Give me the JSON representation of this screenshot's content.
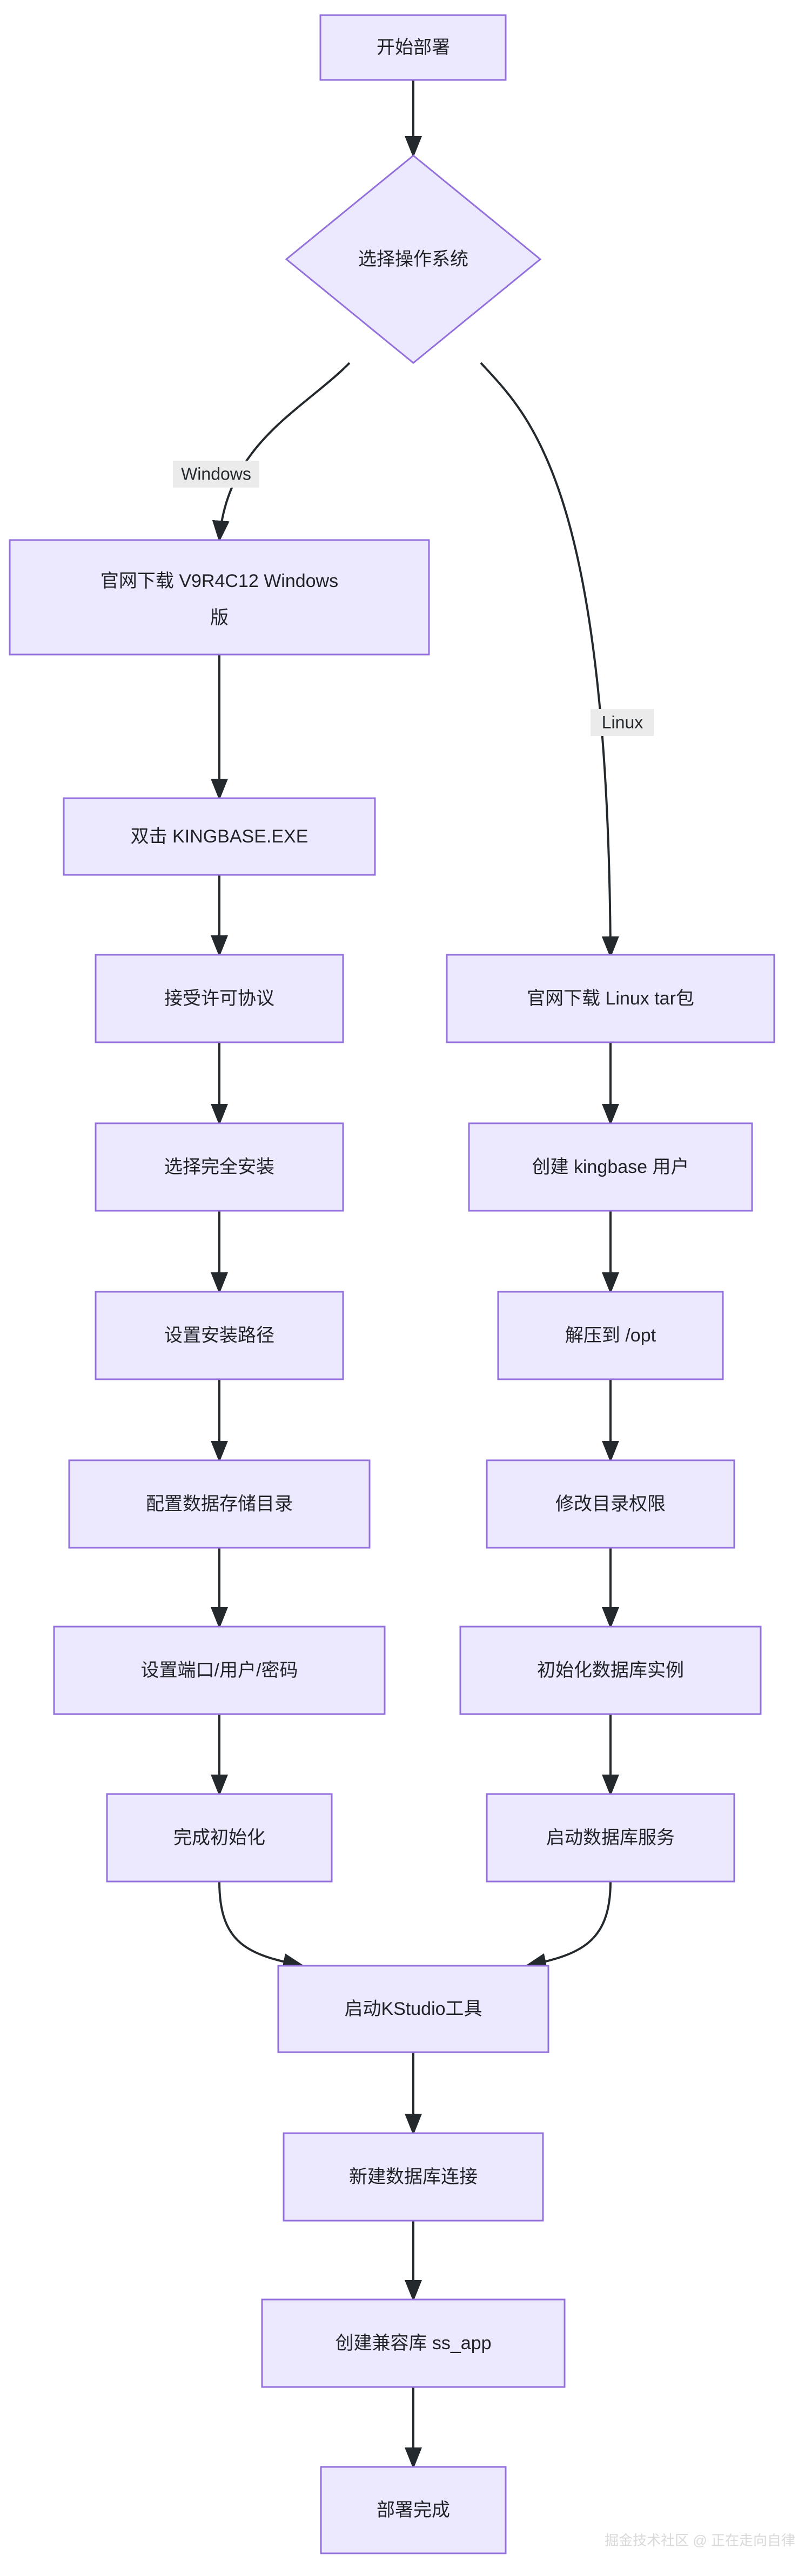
{
  "diagram": {
    "type": "flowchart",
    "direction": "top-to-bottom",
    "theme": {
      "node_fill": "#ece8fd",
      "node_stroke": "#9370db",
      "edge_stroke": "#24292e",
      "text_color": "#1f2328",
      "edge_label_bg": "#ebebeb",
      "background": "#ffffff",
      "watermark_color": "#d9d9d9"
    },
    "nodes": [
      {
        "id": "start",
        "shape": "rect",
        "label": "开始部署"
      },
      {
        "id": "choose_os",
        "shape": "diamond",
        "label": "选择操作系统"
      },
      {
        "id": "win_download",
        "shape": "rect",
        "label": "官网下载 V9R4C12 Windows 版",
        "lines": [
          "官网下载 V9R4C12 Windows",
          "版"
        ]
      },
      {
        "id": "win_exe",
        "shape": "rect",
        "label": "双击 KINGBASE.EXE"
      },
      {
        "id": "win_license",
        "shape": "rect",
        "label": "接受许可协议"
      },
      {
        "id": "win_full",
        "shape": "rect",
        "label": "选择完全安装"
      },
      {
        "id": "win_path",
        "shape": "rect",
        "label": "设置安装路径"
      },
      {
        "id": "win_datadir",
        "shape": "rect",
        "label": "配置数据存储目录"
      },
      {
        "id": "win_port",
        "shape": "rect",
        "label": "设置端口/用户/密码"
      },
      {
        "id": "win_init",
        "shape": "rect",
        "label": "完成初始化"
      },
      {
        "id": "lin_download",
        "shape": "rect",
        "label": "官网下载 Linux tar包"
      },
      {
        "id": "lin_user",
        "shape": "rect",
        "label": "创建 kingbase 用户"
      },
      {
        "id": "lin_extract",
        "shape": "rect",
        "label": "解压到 /opt"
      },
      {
        "id": "lin_chmod",
        "shape": "rect",
        "label": "修改目录权限"
      },
      {
        "id": "lin_initdb",
        "shape": "rect",
        "label": "初始化数据库实例"
      },
      {
        "id": "lin_service",
        "shape": "rect",
        "label": "启动数据库服务"
      },
      {
        "id": "kstudio",
        "shape": "rect",
        "label": "启动KStudio工具"
      },
      {
        "id": "new_conn",
        "shape": "rect",
        "label": "新建数据库连接"
      },
      {
        "id": "create_db",
        "shape": "rect",
        "label": "创建兼容库 ss_app"
      },
      {
        "id": "done",
        "shape": "rect",
        "label": "部署完成"
      }
    ],
    "edges": [
      {
        "from": "start",
        "to": "choose_os",
        "label": ""
      },
      {
        "from": "choose_os",
        "to": "win_download",
        "label": "Windows"
      },
      {
        "from": "choose_os",
        "to": "lin_download",
        "label": "Linux"
      },
      {
        "from": "win_download",
        "to": "win_exe",
        "label": ""
      },
      {
        "from": "win_exe",
        "to": "win_license",
        "label": ""
      },
      {
        "from": "win_license",
        "to": "win_full",
        "label": ""
      },
      {
        "from": "win_full",
        "to": "win_path",
        "label": ""
      },
      {
        "from": "win_path",
        "to": "win_datadir",
        "label": ""
      },
      {
        "from": "win_datadir",
        "to": "win_port",
        "label": ""
      },
      {
        "from": "win_port",
        "to": "win_init",
        "label": ""
      },
      {
        "from": "win_init",
        "to": "kstudio",
        "label": ""
      },
      {
        "from": "lin_download",
        "to": "lin_user",
        "label": ""
      },
      {
        "from": "lin_user",
        "to": "lin_extract",
        "label": ""
      },
      {
        "from": "lin_extract",
        "to": "lin_chmod",
        "label": ""
      },
      {
        "from": "lin_chmod",
        "to": "lin_initdb",
        "label": ""
      },
      {
        "from": "lin_initdb",
        "to": "lin_service",
        "label": ""
      },
      {
        "from": "lin_service",
        "to": "kstudio",
        "label": ""
      },
      {
        "from": "kstudio",
        "to": "new_conn",
        "label": ""
      },
      {
        "from": "new_conn",
        "to": "create_db",
        "label": ""
      },
      {
        "from": "create_db",
        "to": "done",
        "label": ""
      }
    ],
    "edge_labels": {
      "windows": "Windows",
      "linux": "Linux"
    }
  },
  "watermark": {
    "text": "掘金技术社区 @ 正在走向自律"
  }
}
